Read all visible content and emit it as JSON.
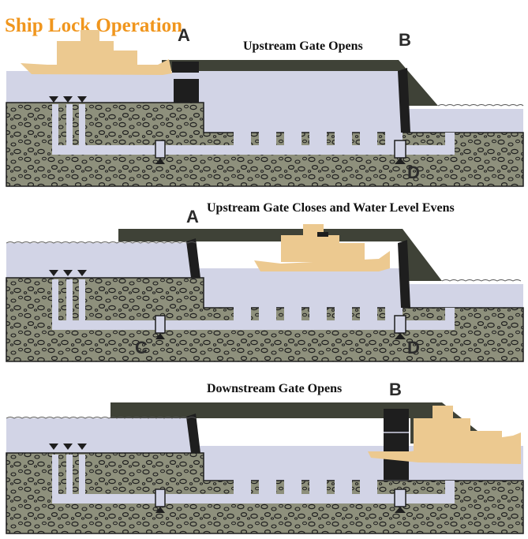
{
  "title": "Ship Lock Operation",
  "colors": {
    "title": "#f0961e",
    "water": "#d2d4e6",
    "ground": "#8e907c",
    "pebble": "#1e1e1e",
    "berm": "#3f4237",
    "gate": "#1e1e1e",
    "ship": "#ecc990",
    "culvert": "#d2d4e6"
  },
  "panels": [
    {
      "caption": "Upstream Gate Opens",
      "markers": {
        "a": "A",
        "b": "B",
        "d": "D"
      }
    },
    {
      "caption": "Upstream Gate Closes and Water Level Evens",
      "markers": {
        "a": "A",
        "c": "C",
        "d": "D"
      }
    },
    {
      "caption": "Downstream Gate Opens",
      "markers": {
        "b": "B"
      }
    }
  ]
}
